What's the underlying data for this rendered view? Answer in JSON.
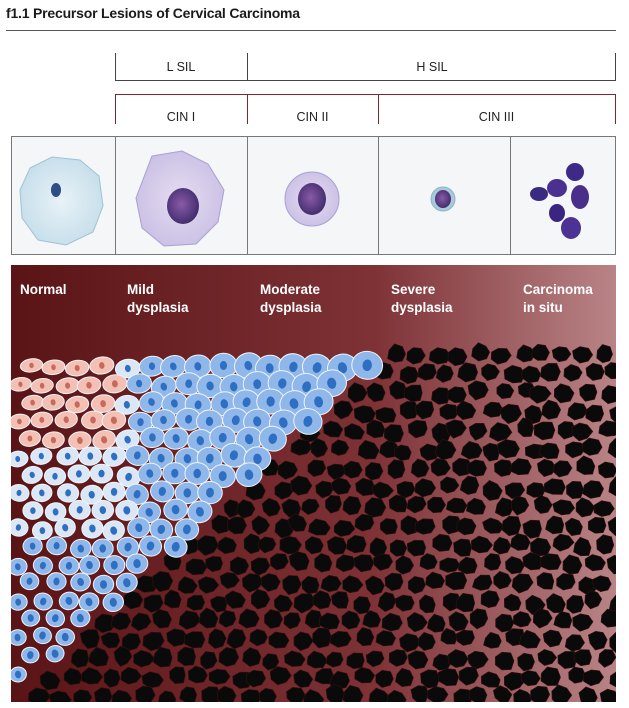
{
  "figure": {
    "title": "f1.1 Precursor Lesions of Cervical Carcinoma"
  },
  "grading": {
    "sil": [
      "L SIL",
      "H SIL"
    ],
    "cin": [
      "CIN I",
      "CIN II",
      "CIN III"
    ]
  },
  "stages": [
    {
      "label": "Normal"
    },
    {
      "label": "Mild\ndysplasia"
    },
    {
      "label": "Moderate\ndysplasia"
    },
    {
      "label": "Severe\ndysplasia"
    },
    {
      "label": "Carcinoma\nin situ"
    }
  ],
  "cells": [
    "normal-cell",
    "mild-dysplasia-cell",
    "moderate-dysplasia-cell",
    "severe-dysplasia-cell",
    "carcinoma-cell-cluster"
  ],
  "colors": {
    "background_dark": "#5a1416",
    "background_light": "#b98487",
    "cell_normal": "#f4c0b4",
    "cell_basal": "#8fb7ea",
    "nucleus": "#2f6fc2",
    "malignant": "#0a0a0a"
  }
}
